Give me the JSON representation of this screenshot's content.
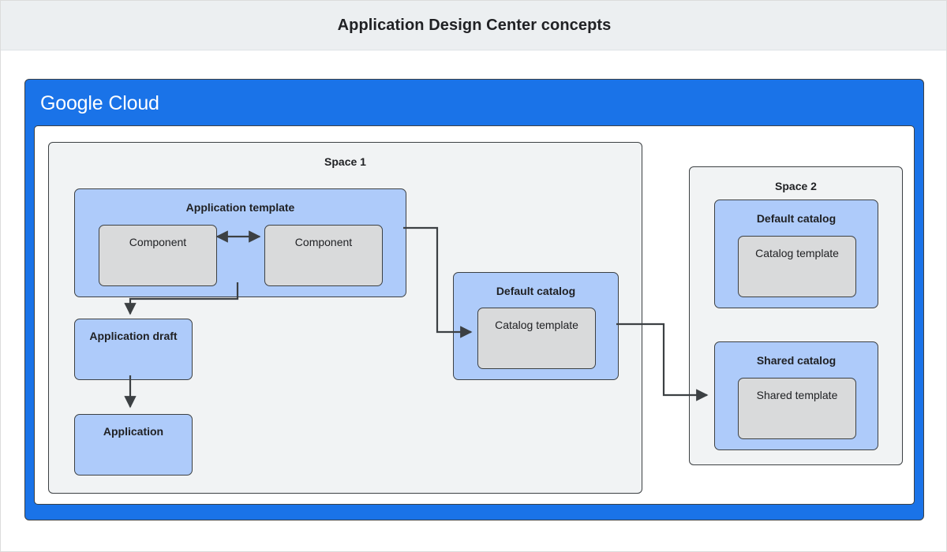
{
  "header": {
    "title": "Application Design Center concepts"
  },
  "cloud": {
    "brand_first": "Google",
    "brand_second": "Cloud"
  },
  "colors": {
    "header_bg": "#eceff1",
    "cloud_blue": "#1a73e8",
    "node_blue": "#aecbfa",
    "node_gray": "#d9dadb",
    "space_bg": "#f1f3f4",
    "stroke": "#3c4043",
    "text": "#202124"
  },
  "spaces": [
    {
      "id": "space-1",
      "label": "Space 1",
      "nodes": {
        "application_template": {
          "label": "Application template",
          "components": [
            {
              "label": "Component"
            },
            {
              "label": "Component"
            }
          ]
        },
        "application_draft": {
          "label": "Application draft"
        },
        "application": {
          "label": "Application"
        },
        "default_catalog": {
          "label": "Default catalog",
          "template": {
            "label": "Catalog template"
          }
        }
      }
    },
    {
      "id": "space-2",
      "label": "Space 2",
      "nodes": {
        "default_catalog": {
          "label": "Default catalog",
          "template": {
            "label": "Catalog template"
          }
        },
        "shared_catalog": {
          "label": "Shared catalog",
          "template": {
            "label": "Shared template"
          }
        }
      }
    }
  ],
  "connectors": [
    {
      "name": "component-to-component",
      "kind": "bidirectional"
    },
    {
      "name": "application-template-to-application-draft",
      "kind": "directed"
    },
    {
      "name": "application-draft-to-application",
      "kind": "directed"
    },
    {
      "name": "application-template-to-default-catalog-template",
      "kind": "directed"
    },
    {
      "name": "default-catalog-to-shared-catalog",
      "kind": "directed"
    }
  ]
}
